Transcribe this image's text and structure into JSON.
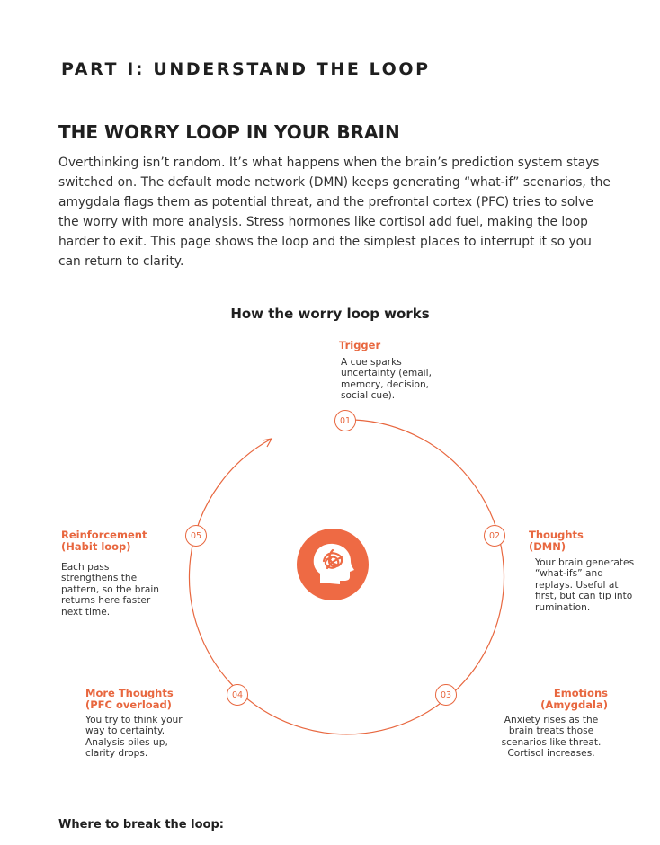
{
  "part_title": "PART I: UNDERSTAND THE LOOP",
  "section_title": "THE WORRY LOOP IN YOUR BRAIN",
  "intro": "Overthinking isn’t random. It’s what happens when the brain’s prediction system stays switched on. The default mode network (DMN) keeps generating “what-if” scenarios, the amygdala flags them as potential threat, and the prefrontal cortex (PFC) tries to solve the worry with more analysis. Stress hormones like cortisol add fuel, making the loop harder to exit. This page shows the loop and the simplest places to interrupt it so you can return to clarity.",
  "diagram_title": "How the worry loop works",
  "accent_color": "#e8673f",
  "center_icon": "head-brain-icon",
  "steps": [
    {
      "num": "01",
      "title": "Trigger",
      "desc": "A cue sparks uncertainty (email, memory, decision, social cue)."
    },
    {
      "num": "02",
      "title": "Thoughts (DMN)",
      "desc": "Your brain generates “what-ifs” and replays. Useful at first, but can tip into rumination."
    },
    {
      "num": "03",
      "title": "Emotions (Amygdala)",
      "desc": "Anxiety rises as the brain treats those scenarios like threat. Cortisol increases."
    },
    {
      "num": "04",
      "title": "More Thoughts (PFC overload)",
      "desc": "You try to think your way to certainty. Analysis piles up, clarity drops."
    },
    {
      "num": "05",
      "title": "Reinforcement (Habit loop)",
      "desc": "Each pass strengthens the pattern, so the brain returns here faster next time."
    }
  ],
  "footer_label": "Where to break the loop:"
}
